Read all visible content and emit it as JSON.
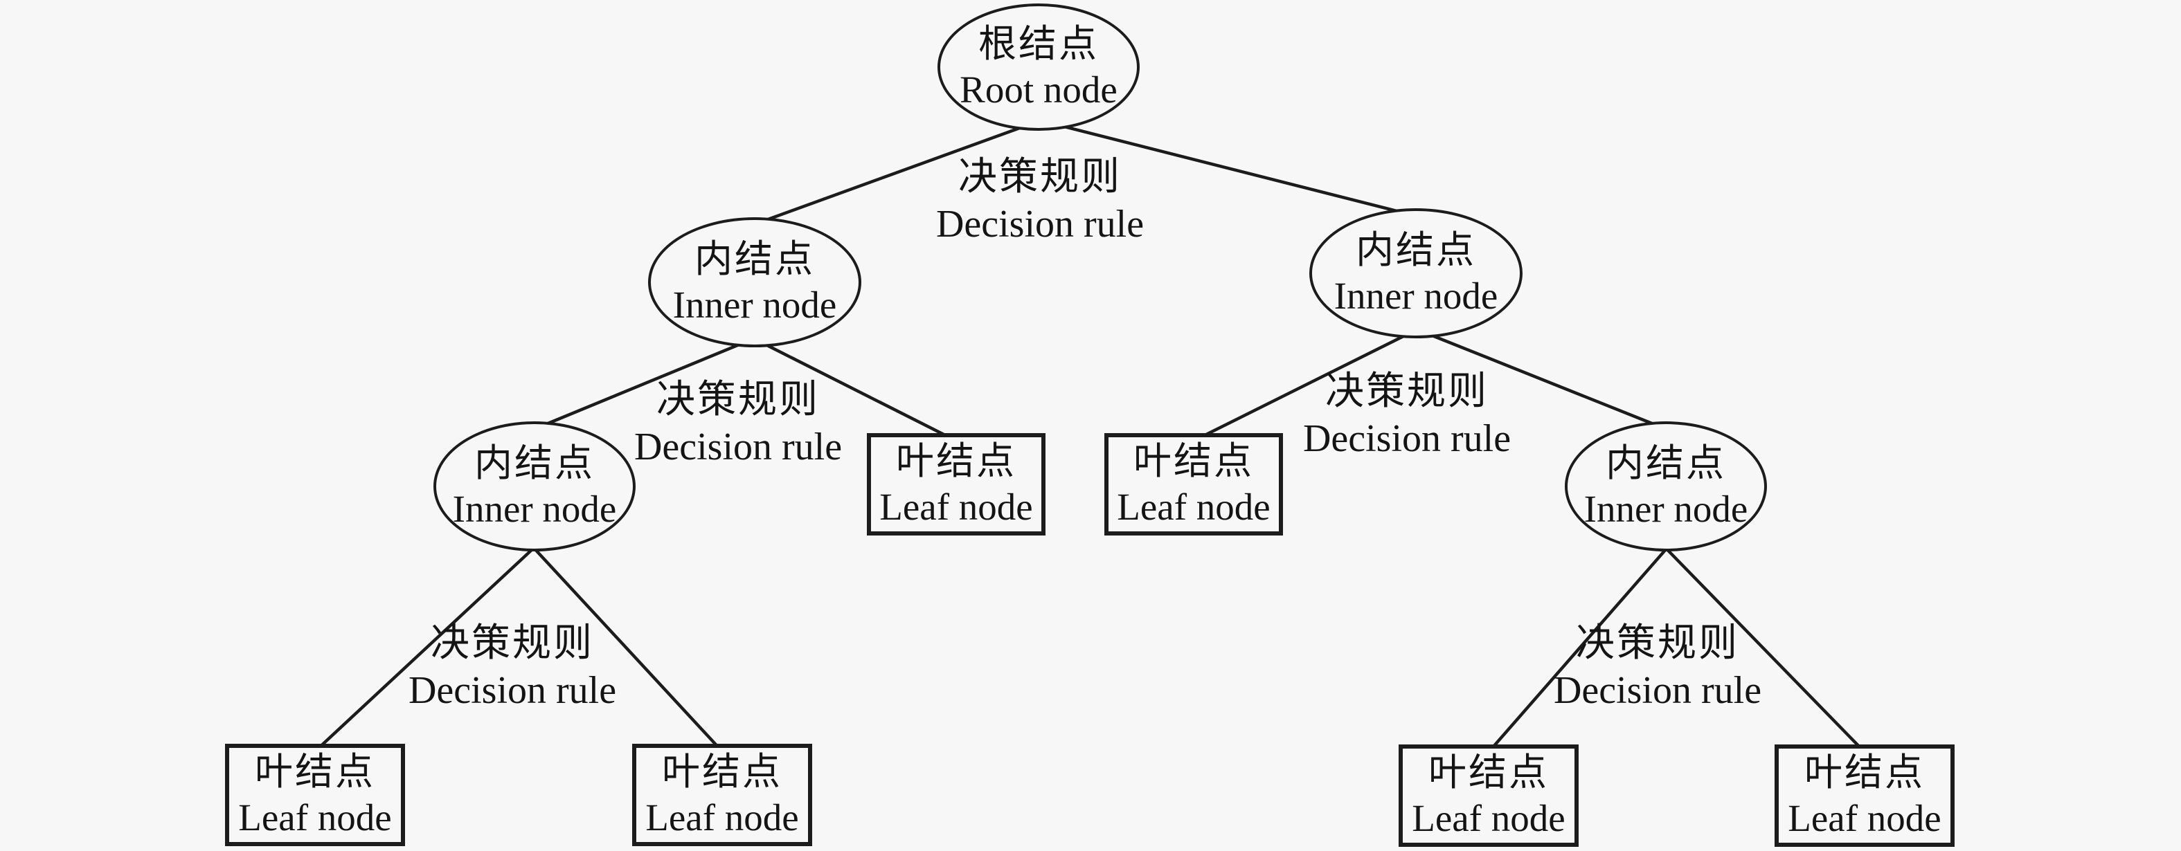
{
  "diagram": {
    "type": "decision-tree",
    "background_color": "#f7f7f7",
    "stroke_color": "#1c1c1c",
    "text_color": "#141414",
    "nodes": [
      {
        "id": "root",
        "shape": "ellipse",
        "zh": "根结点",
        "en": "Root node"
      },
      {
        "id": "inner-left",
        "shape": "ellipse",
        "zh": "内结点",
        "en": "Inner node"
      },
      {
        "id": "inner-right",
        "shape": "ellipse",
        "zh": "内结点",
        "en": "Inner node"
      },
      {
        "id": "inner-left-left",
        "shape": "ellipse",
        "zh": "内结点",
        "en": "Inner node"
      },
      {
        "id": "inner-right-right",
        "shape": "ellipse",
        "zh": "内结点",
        "en": "Inner node"
      },
      {
        "id": "leaf-mid-left",
        "shape": "rect",
        "zh": "叶结点",
        "en": "Leaf node"
      },
      {
        "id": "leaf-mid-right",
        "shape": "rect",
        "zh": "叶结点",
        "en": "Leaf node"
      },
      {
        "id": "leaf-bottom-1",
        "shape": "rect",
        "zh": "叶结点",
        "en": "Leaf node"
      },
      {
        "id": "leaf-bottom-2",
        "shape": "rect",
        "zh": "叶结点",
        "en": "Leaf node"
      },
      {
        "id": "leaf-bottom-3",
        "shape": "rect",
        "zh": "叶结点",
        "en": "Leaf node"
      },
      {
        "id": "leaf-bottom-4",
        "shape": "rect",
        "zh": "叶结点",
        "en": "Leaf node"
      }
    ],
    "edges": [
      {
        "from": "root",
        "to": "inner-left"
      },
      {
        "from": "root",
        "to": "inner-right"
      },
      {
        "from": "inner-left",
        "to": "inner-left-left"
      },
      {
        "from": "inner-left",
        "to": "leaf-mid-left"
      },
      {
        "from": "inner-right",
        "to": "leaf-mid-right"
      },
      {
        "from": "inner-right",
        "to": "inner-right-right"
      },
      {
        "from": "inner-left-left",
        "to": "leaf-bottom-1"
      },
      {
        "from": "inner-left-left",
        "to": "leaf-bottom-2"
      },
      {
        "from": "inner-right-right",
        "to": "leaf-bottom-3"
      },
      {
        "from": "inner-right-right",
        "to": "leaf-bottom-4"
      }
    ],
    "edge_labels": [
      {
        "at": "root",
        "zh": "决策规则",
        "en": "Decision rule"
      },
      {
        "at": "inner-left",
        "zh": "决策规则",
        "en": "Decision rule"
      },
      {
        "at": "inner-right",
        "zh": "决策规则",
        "en": "Decision rule"
      },
      {
        "at": "inner-left-left",
        "zh": "决策规则",
        "en": "Decision rule"
      },
      {
        "at": "inner-right-right",
        "zh": "决策规则",
        "en": "Decision rule"
      }
    ]
  }
}
